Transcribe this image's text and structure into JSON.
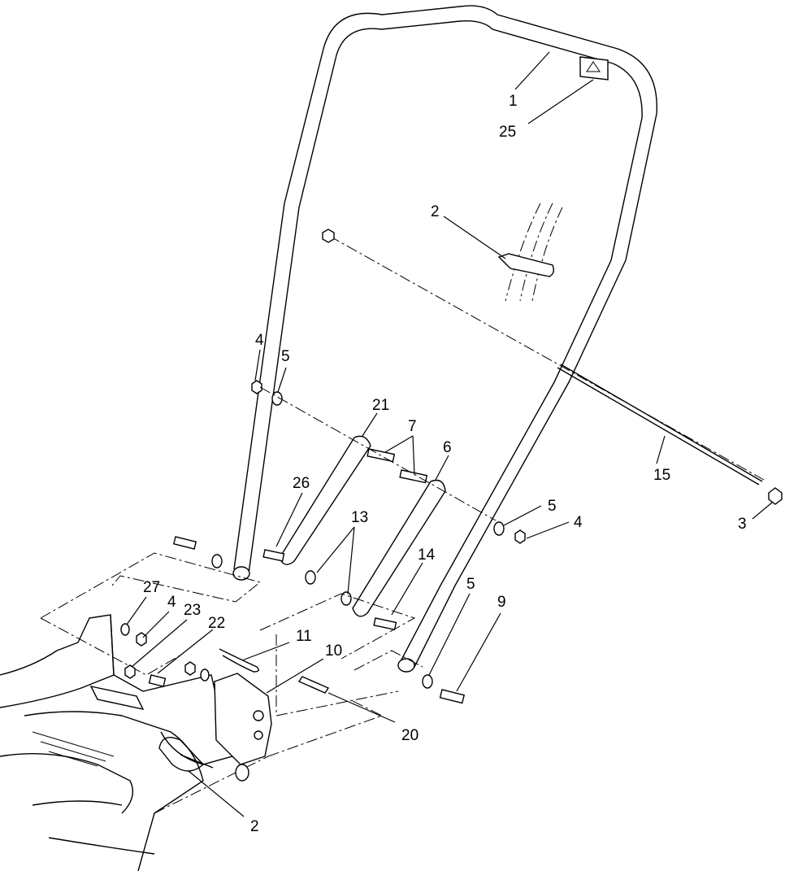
{
  "callouts": {
    "c1": "1",
    "c25": "25",
    "c2_top": "2",
    "c4_left": "4",
    "c5_left": "5",
    "c21": "21",
    "c7": "7",
    "c6": "6",
    "c26": "26",
    "c13": "13",
    "c15": "15",
    "c5_right": "5",
    "c4_right": "4",
    "c3": "3",
    "c14": "14",
    "c27": "27",
    "c4_lower": "4",
    "c23": "23",
    "c22": "22",
    "c5_lower": "5",
    "c9": "9",
    "c11": "11",
    "c10": "10",
    "c20": "20",
    "c2_bottom": "2"
  }
}
